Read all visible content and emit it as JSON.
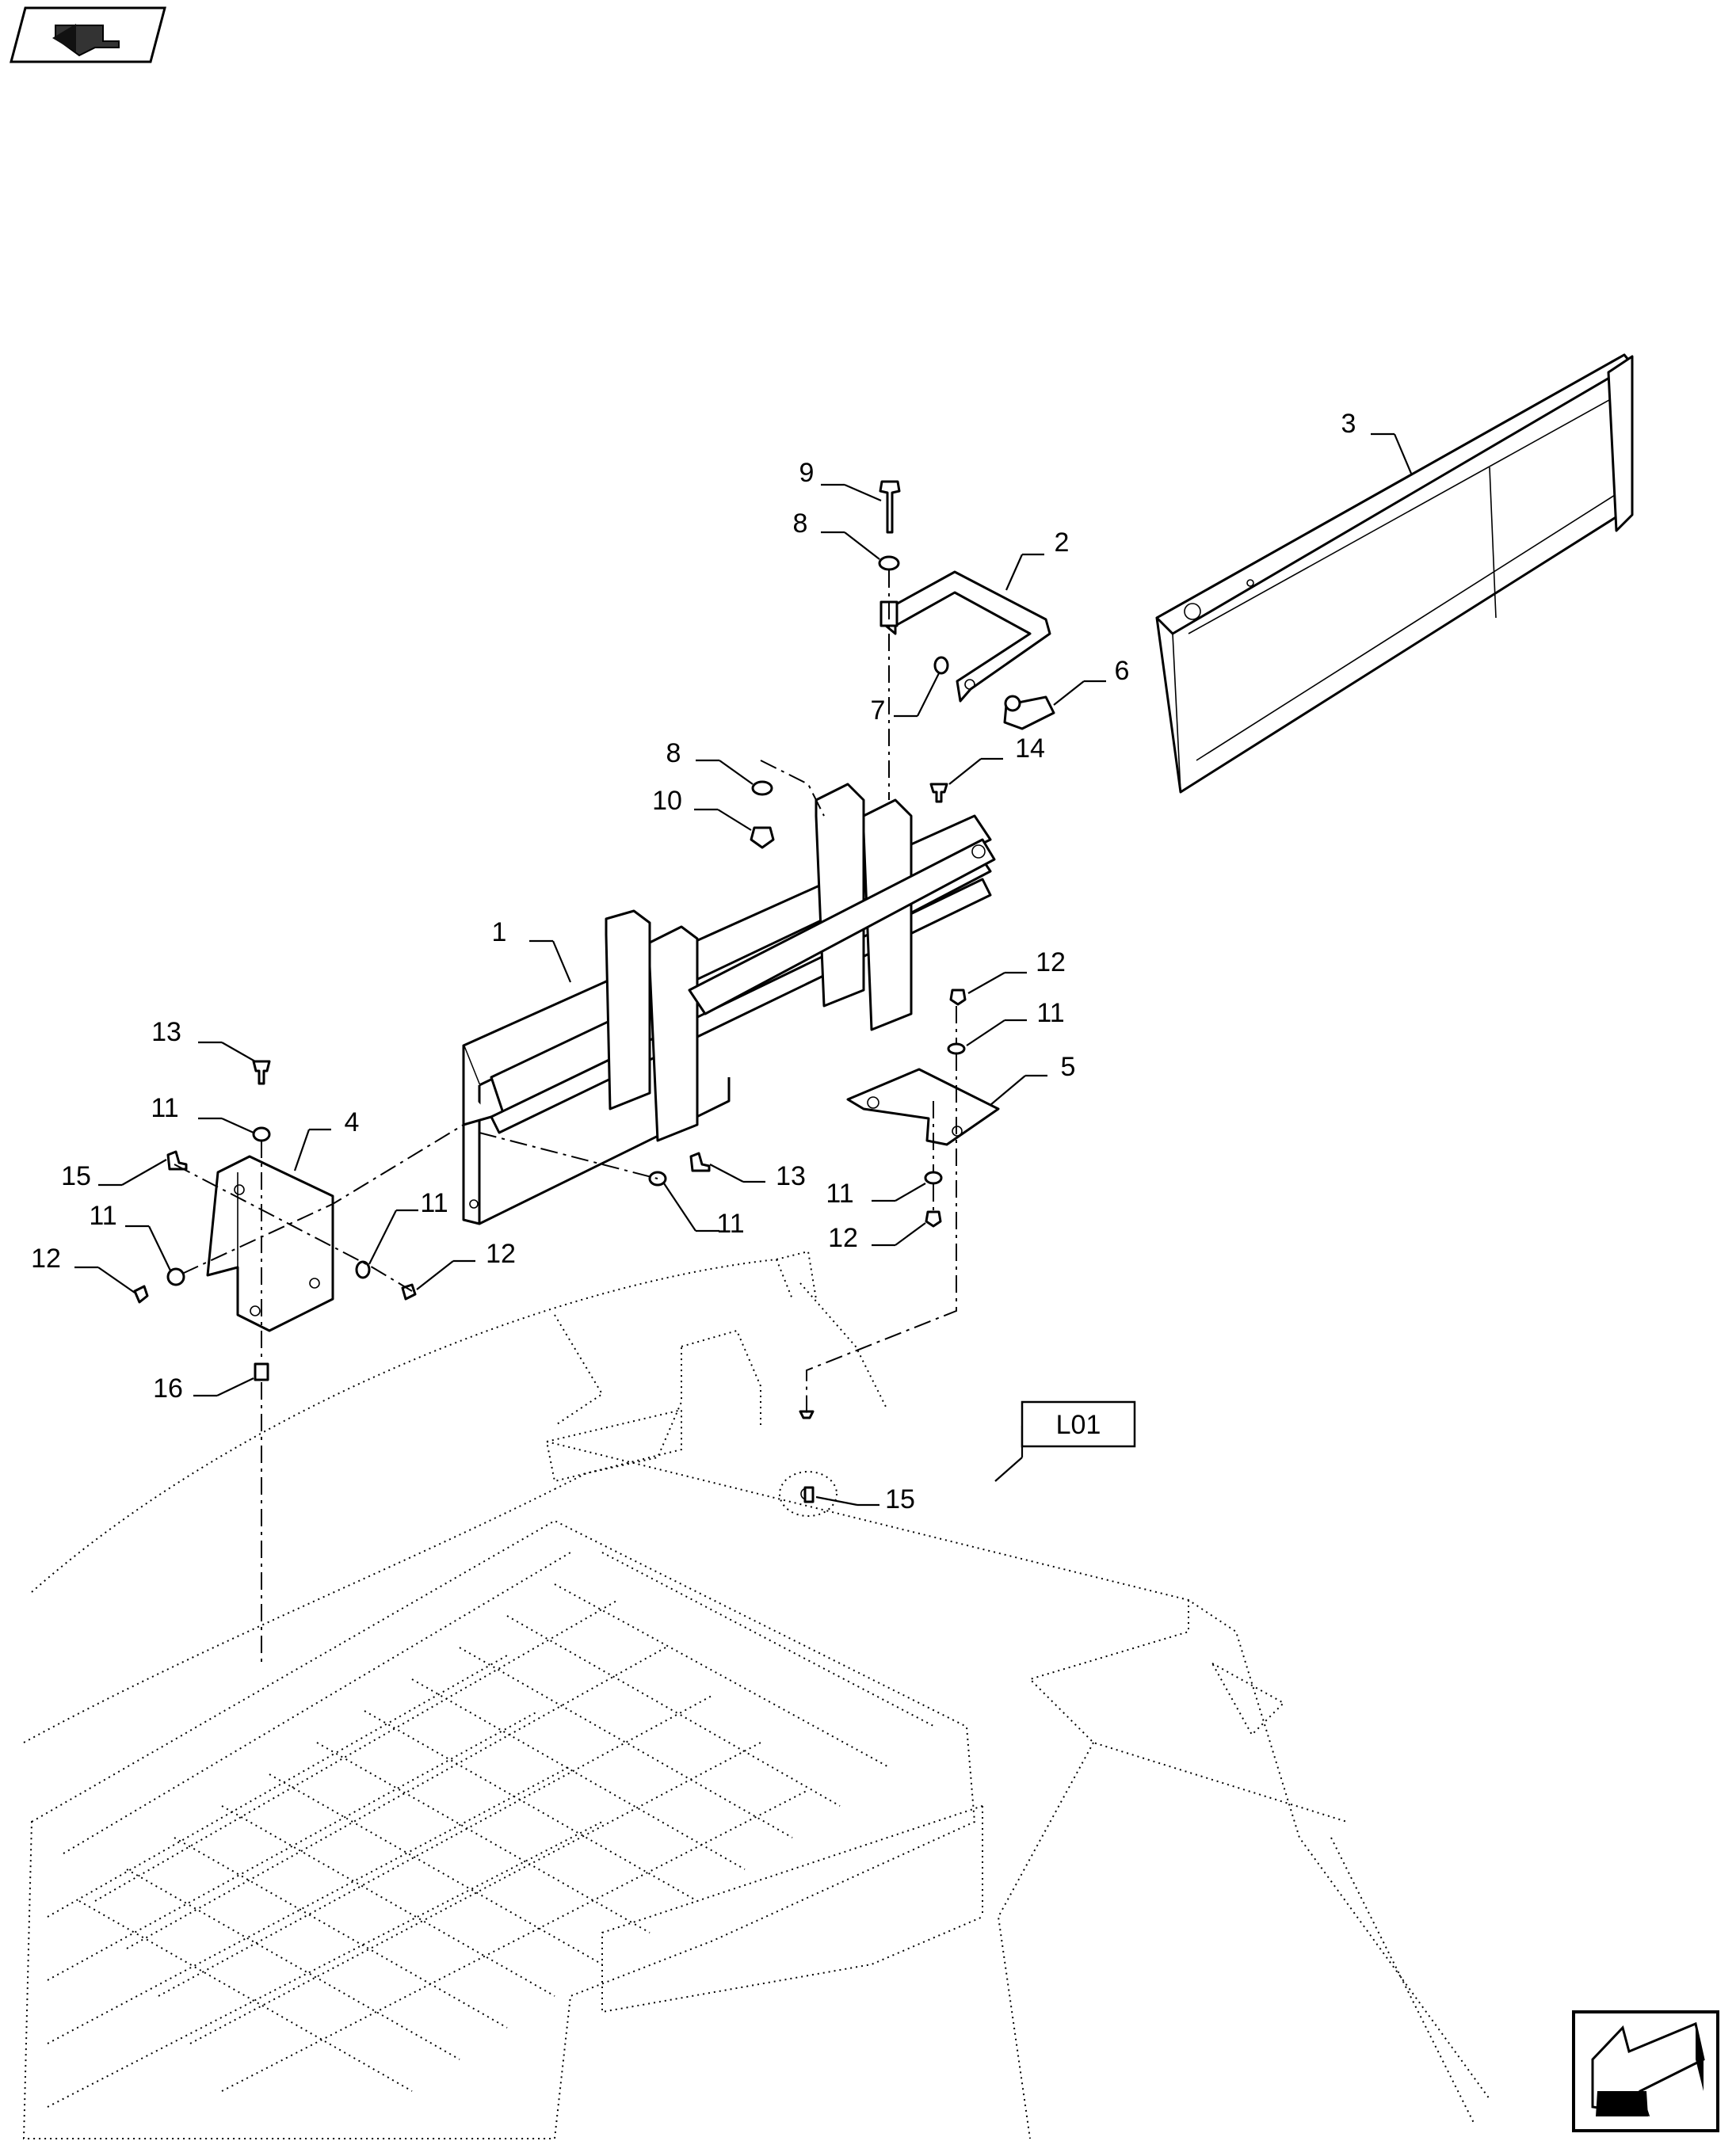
{
  "callouts": {
    "c1": "1",
    "c2": "2",
    "c3": "3",
    "c4": "4",
    "c5": "5",
    "c6": "6",
    "c7": "7",
    "c8a": "8",
    "c8b": "8",
    "c9": "9",
    "c10": "10",
    "c11a": "11",
    "c11b": "11",
    "c11c": "11",
    "c11d": "11",
    "c11e": "11",
    "c11f": "11",
    "c12a": "12",
    "c12b": "12",
    "c12c": "12",
    "c12d": "12",
    "c13a": "13",
    "c13b": "13",
    "c14": "14",
    "c15a": "15",
    "c15b": "15",
    "c16": "16"
  },
  "reference_box": {
    "label": "L01"
  },
  "navigation": {
    "back_icon": "back-arrow-icon",
    "forward_icon": "forward-arrow-icon"
  }
}
